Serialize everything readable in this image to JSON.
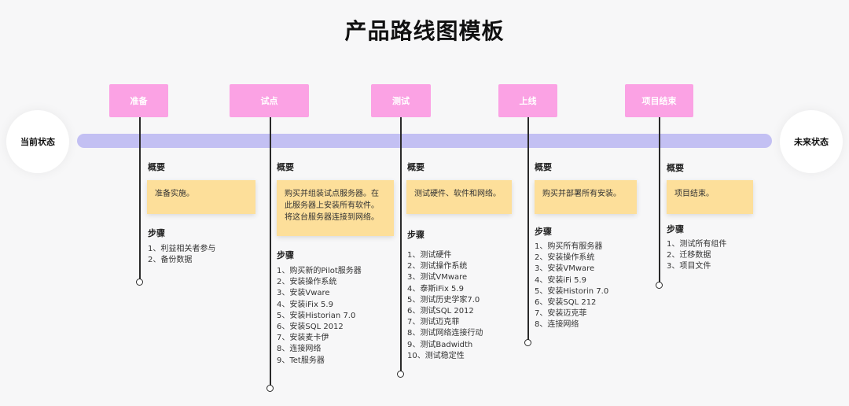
{
  "title": "产品路线图模板",
  "start_label": "当前状态",
  "end_label": "未来状态",
  "overview_label": "概要",
  "steps_label": "步骤",
  "stages": [
    {
      "name": "准备",
      "summary": "准备实施。",
      "steps": [
        "1、利益相关者参与",
        "2、备份数据"
      ]
    },
    {
      "name": "试点",
      "summary": "购买并组装试点服务器。在此服务器上安装所有软件。将这台服务器连接到网络。",
      "steps": [
        "1、购买新的Pilot服务器",
        "2、安装操作系统",
        "3、安装Vware",
        "4、安装iFix 5.9",
        "5、安装Historian 7.0",
        "6、安装SQL 2012",
        "7、安装麦卡伊",
        "8、连接网络",
        "9、Tet服务器"
      ]
    },
    {
      "name": "测试",
      "summary": "测试硬件、软件和网络。",
      "steps": [
        "1、测试硬件",
        "2、测试操作系统",
        "3、测试VMware",
        "4、泰斯iFix 5.9",
        "5、测试历史学家7.0",
        "6、测试SQL 2012",
        "7、测试迈克菲",
        "8、测试网络连接行动",
        "9、测试Badwidth",
        "10、测试稳定性"
      ]
    },
    {
      "name": "上线",
      "summary": "购买并部署所有安装。",
      "steps": [
        "1、购买所有服务器",
        "2、安装操作系统",
        "3、安装VMware",
        "4、安装iFi 5.9",
        "5、安装Historin 7.0",
        "6、安装SQL 212",
        "7、安装迈克菲",
        "8、连接网络"
      ]
    },
    {
      "name": "项目结束",
      "summary": "项目结束。",
      "steps": [
        "1、测试所有组件",
        "2、迁移数据",
        "3、项目文件"
      ]
    }
  ]
}
